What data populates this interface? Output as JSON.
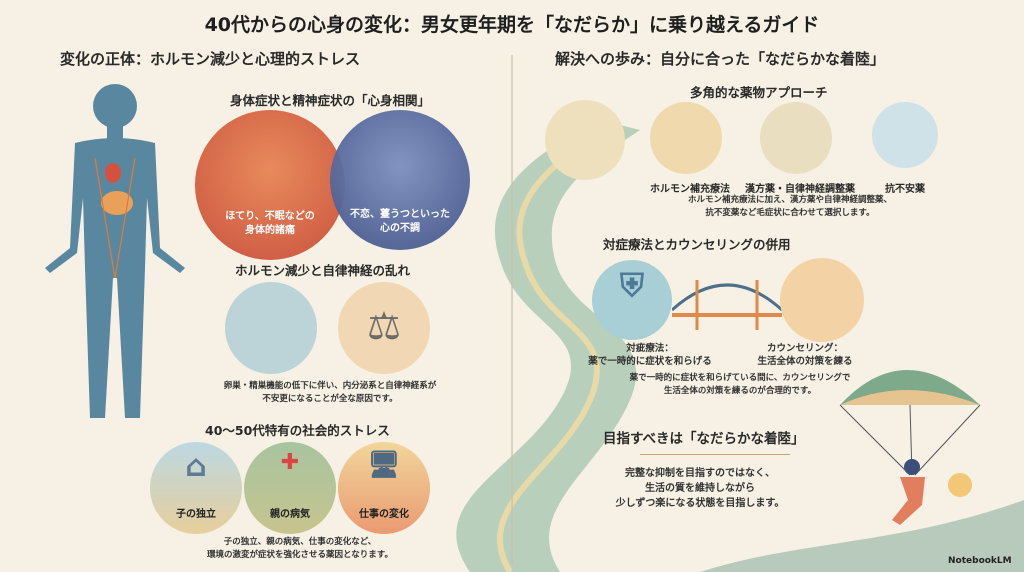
{
  "title": "40代からの心身の変化：男女更年期を「なだらか」に乗り越えるガイド",
  "left": {
    "heading": "変化の正体：ホルモン減少と心理的ストレス",
    "mind_body": {
      "heading": "身体症状と精神症状の「心身相関」",
      "physical": [
        "ほてり、不眠などの",
        "身体的諸痛"
      ],
      "mental": [
        "不恋、薹うつといった",
        "心の不調"
      ]
    },
    "hormone": {
      "heading": "ホルモン減少と自律神経の乱れ",
      "caption": [
        "卵巣・精巣機能の低下に伴い、内分泌系と自律神経系が",
        "不安更になることが全な原因です。"
      ]
    },
    "social": {
      "heading": "40〜50代特有の社会的ストレス",
      "items": [
        "子の独立",
        "親の病気",
        "仕事の変化"
      ],
      "caption": [
        "子の独立、親の病気、仕事の変化など、",
        "環境の激変が症状を強化させる薬因となります。"
      ]
    }
  },
  "right": {
    "heading": "解決への歩み：自分に合った「なだらかな着陸」",
    "drugs": {
      "heading": "多角的な薬物アプローチ",
      "items": [
        "ホルモン補充療法",
        "漢方薬・自律神経調整薬",
        "抗不安薬"
      ],
      "caption": [
        "ホルモン補充療法に加え、漢方薬や自律神経調整薬、",
        "抗不変薬など毛症状に合わせて選択します。"
      ]
    },
    "combo": {
      "heading": "対症療法とカウンセリングの併用",
      "left_label": [
        "対疵療法：",
        "薬で一時的に症状を和らげる"
      ],
      "right_label": [
        "カウンセリング：",
        "生活全体の対策を練る"
      ],
      "caption": [
        "薬で一時的に症状を和らげている間に、カウンセリングで",
        "生活全体の対策を練るのが合理的です。"
      ]
    },
    "goal": {
      "heading": "目指すべきは「なだらかな着陸」",
      "caption": [
        "完整な抑制を目指すのではなく、",
        "生活の質を維持しながら",
        "少しずつ楽になる状態を目指します。"
      ]
    }
  },
  "brand": "NotebookLM",
  "colors": {
    "background": "#f6f1e4",
    "orange": "#d9684a",
    "navy": "#4a5f93",
    "teal": "#8fb8c4"
  }
}
